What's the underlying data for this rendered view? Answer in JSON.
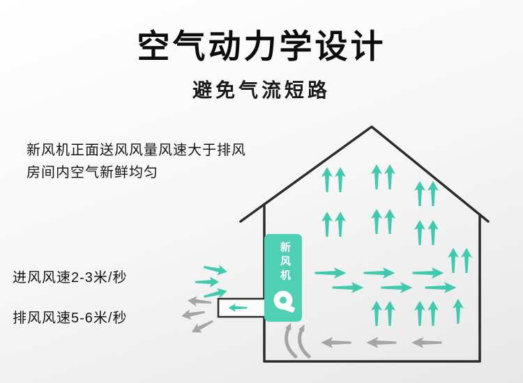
{
  "page": {
    "title": "空气动力学设计",
    "subtitle": "避免气流短路"
  },
  "description": {
    "line1": "新风机正面送风风量风速大于排风",
    "line2": "房间内空气新鲜均匀"
  },
  "labels": {
    "intake": "进风风速2-3米/秒",
    "exhaust": "排风风速5-6米/秒",
    "device": "新风机"
  },
  "diagram": {
    "fresh_air_color": "#3fc9ae",
    "exhaust_air_color": "#a5a5a5",
    "device_color": "#4fd0b4",
    "outline_color": "#2b2b2b"
  }
}
